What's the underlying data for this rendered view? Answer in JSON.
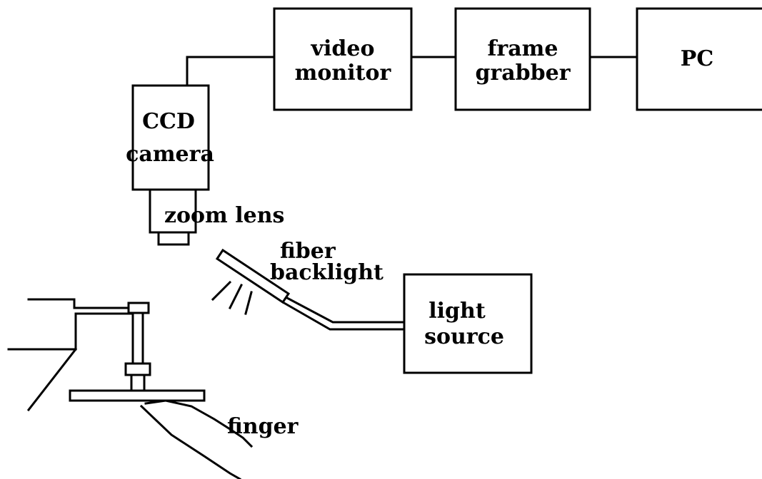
{
  "blocks": {
    "video_monitor": {
      "line1": "video",
      "line2": "monitor"
    },
    "frame_grabber": {
      "line1": "frame",
      "line2": "grabber"
    },
    "pc": {
      "label": "PC"
    },
    "ccd_camera": {
      "line1": "CCD",
      "line2": "camera"
    },
    "light_source": {
      "line1": "light",
      "line2": "source"
    }
  },
  "labels": {
    "zoom_lens": "zoom lens",
    "fiber_backlight_1": "fiber",
    "fiber_backlight_2": "backlight",
    "finger": "finger"
  }
}
